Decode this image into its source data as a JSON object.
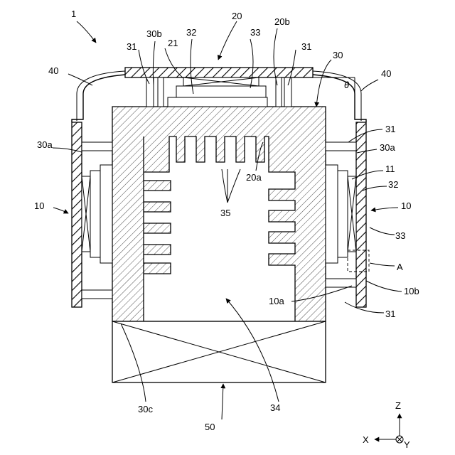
{
  "figure": {
    "labels": {
      "ref_1": "1",
      "ref_20": "20",
      "ref_30b": "30b",
      "ref_32_top": "32",
      "ref_33_top": "33",
      "ref_20b": "20b",
      "ref_31_tl": "31",
      "ref_21": "21",
      "ref_31_tr": "31",
      "ref_30": "30",
      "ref_40_left": "40",
      "ref_40_right": "40",
      "theta": "θ",
      "ref_31_r": "31",
      "ref_30a_left": "30a",
      "ref_30a_right": "30a",
      "ref_11": "11",
      "ref_20a": "20a",
      "ref_32_right": "32",
      "ref_10_left": "10",
      "ref_10_right": "10",
      "ref_35": "35",
      "ref_33_right": "33",
      "ref_A": "A",
      "ref_10b": "10b",
      "ref_10a": "10a",
      "ref_31_br": "31",
      "ref_30c": "30c",
      "ref_34": "34",
      "ref_50": "50",
      "axis_z": "Z",
      "axis_x": "X",
      "axis_y": "Y"
    }
  }
}
